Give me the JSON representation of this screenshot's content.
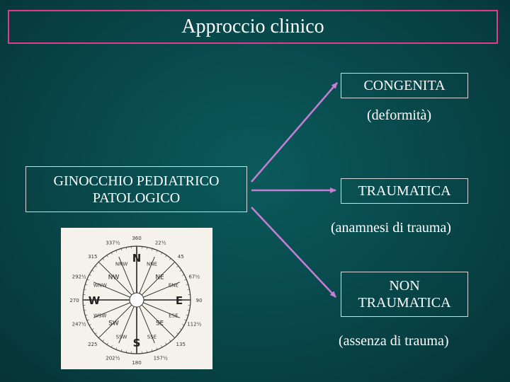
{
  "title": "Approccio clinico",
  "source_box": {
    "line1": "GINOCCHIO PEDIATRICO",
    "line2": "PATOLOGICO"
  },
  "targets": {
    "congenita": {
      "label": "CONGENITA",
      "note": "(deformità)"
    },
    "traumatica": {
      "label": "TRAUMATICA",
      "note": "(anamnesi di trauma)"
    },
    "non_traumatica": {
      "line1": "NON",
      "line2": "TRAUMATICA",
      "note": "(assenza di trauma)"
    }
  },
  "colors": {
    "accent": "#e23a8c",
    "arrow": "#c77fd6",
    "background": "#084649"
  },
  "compass": {
    "cardinals": [
      "N",
      "E",
      "S",
      "W"
    ],
    "intercardinals": [
      "NE",
      "SE",
      "SW",
      "NW"
    ],
    "secondary": [
      "NNE",
      "ENE",
      "ESE",
      "SSE",
      "SSW",
      "WSW",
      "WNW",
      "NNW"
    ],
    "degrees": [
      "360",
      "22½",
      "45",
      "67½",
      "90",
      "112½",
      "135",
      "157½",
      "180",
      "202½",
      "225",
      "247½",
      "270",
      "292½",
      "315",
      "337½"
    ]
  }
}
